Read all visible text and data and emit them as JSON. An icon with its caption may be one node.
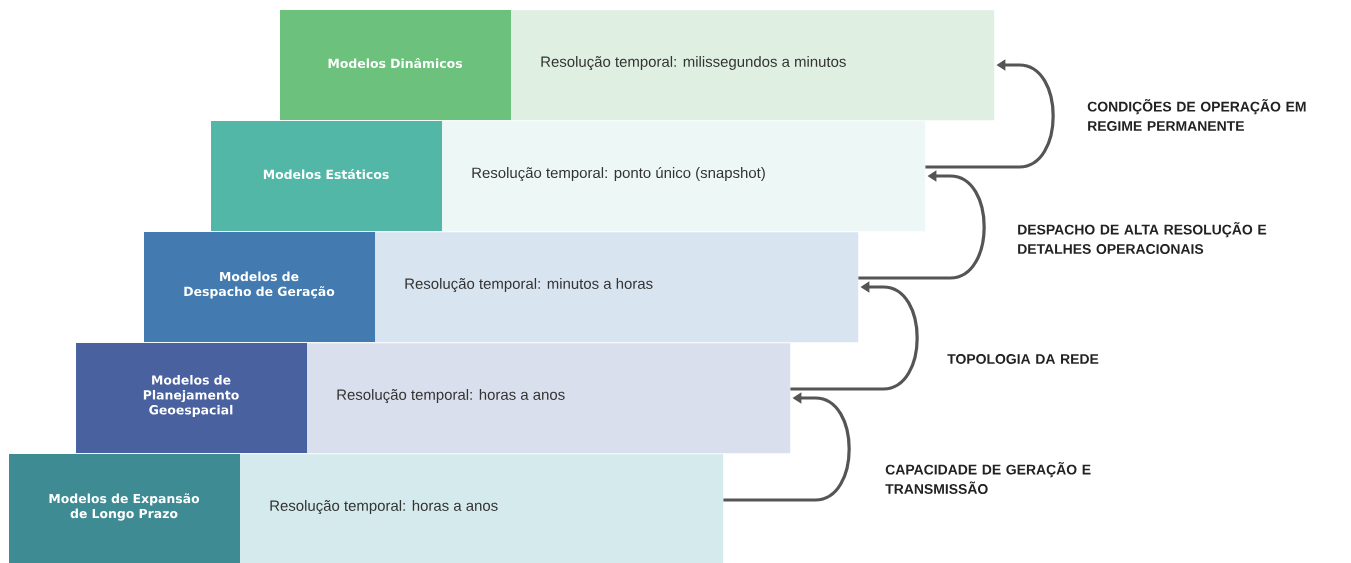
{
  "diagram": {
    "nodes": [
      {
        "text": [
          "Modelos Dinâmicos",
          "Resolução temporal: milissegundos a minutos"
        ]
      },
      {
        "text": [
          "Modelos Estáticos",
          "Resolução temporal: ponto único (snapshot)"
        ]
      },
      {
        "text": [
          "Modelos de Despacho de Geração",
          "Resolução temporal: minutos a horas"
        ]
      },
      {
        "text": [
          "Modelos de Planejamento Geoespacial",
          "Resolução temporal: horas a anos"
        ]
      },
      {
        "text": [
          "Modelos de Expansão de Longo Prazo",
          "Resolução temporal: horas a anos"
        ]
      }
    ],
    "edges": [
      {
        "from": 1,
        "to": 0,
        "arrow": "to",
        "label": "CONDIÇÕES DE OPERAÇÃO EM REGIME PERMANENTE"
      },
      {
        "from": 2,
        "to": 1,
        "arrow": "to",
        "label": "DESPACHO DE ALTA RESOLUÇÃO E DETALHES OPERACIONAIS"
      },
      {
        "from": 3,
        "to": 2,
        "arrow": "to",
        "label": "TOPOLOGIA DA REDE"
      },
      {
        "from": 4,
        "to": 3,
        "arrow": "to",
        "label": "CAPACIDADE DE GERAÇÃO E TRANSMISSÃO"
      }
    ]
  }
}
